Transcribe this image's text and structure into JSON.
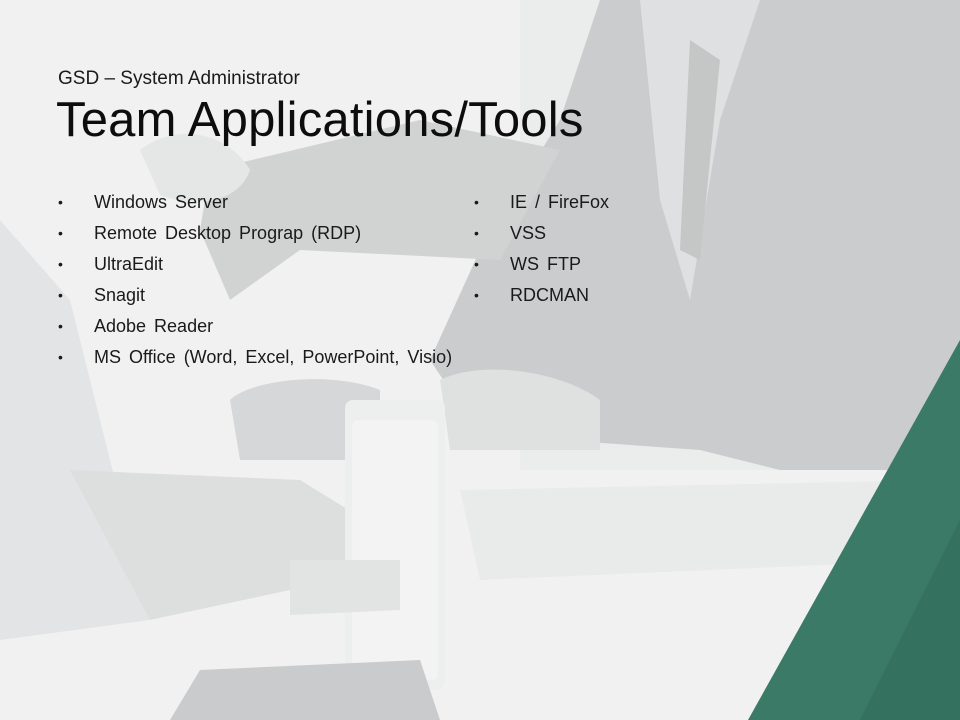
{
  "slide": {
    "subtitle": "GSD – System Administrator",
    "title": "Team Applications/Tools",
    "bullet_symbol": "•",
    "left_items": [
      "Windows Server",
      "Remote Desktop Prograp (RDP)",
      "UltraEdit",
      "Snagit",
      "Adobe Reader",
      "MS Office (Word, Excel, PowerPoint, Visio)"
    ],
    "right_items": [
      "IE / FireFox",
      "VSS",
      "WS FTP",
      "RDCMAN"
    ]
  },
  "colors": {
    "accent_green": "#3b7a66",
    "background_gray": "#e9eaea",
    "text": "#1a1a1a"
  }
}
